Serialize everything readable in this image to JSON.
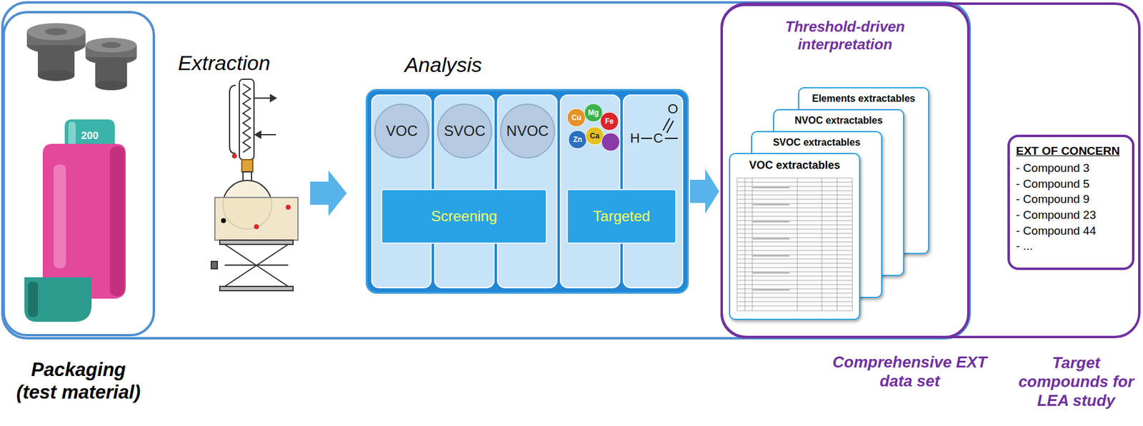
{
  "diagram": {
    "nodes": [
      {
        "text": [
          "Packaging (test material)"
        ]
      },
      {
        "text": [
          "Analysis"
        ]
      },
      {
        "text": [
          "VOC"
        ],
        "in": 1
      },
      {
        "text": [
          "SVOC"
        ],
        "in": 1
      },
      {
        "text": [
          "NVOC"
        ],
        "in": 1
      },
      {
        "text": [
          "Screening"
        ],
        "in": 1
      },
      {
        "text": [
          "Targeted"
        ],
        "in": 1
      },
      {
        "text": [
          "Target compounds for LEA study"
        ]
      },
      {
        "text": [
          "Threshold-driven interpretation",
          "Comprehensive EXT data set"
        ],
        "in": 7
      },
      {
        "text": [
          "Elements extractables"
        ],
        "in": 8
      },
      {
        "text": [
          "NVOC extractables"
        ],
        "in": 8
      },
      {
        "text": [
          "SVOC extractables"
        ],
        "in": 8
      },
      {
        "text": [
          "VOC extractables"
        ],
        "in": 8
      },
      {
        "text": [
          "EXT OF CONCERN",
          "- Compound 3",
          "- Compound 5",
          "- Compound 9",
          "- Compound 23",
          "- Compound 44",
          "- ..."
        ],
        "in": 7
      }
    ],
    "edges": [
      {
        "from": 1,
        "to": 8,
        "arrow": "to"
      }
    ],
    "labels": [
      "Extraction",
      "200",
      "Cu",
      "Mg",
      "Fe",
      "Zn",
      "Ca",
      "H",
      "C",
      "O"
    ]
  }
}
